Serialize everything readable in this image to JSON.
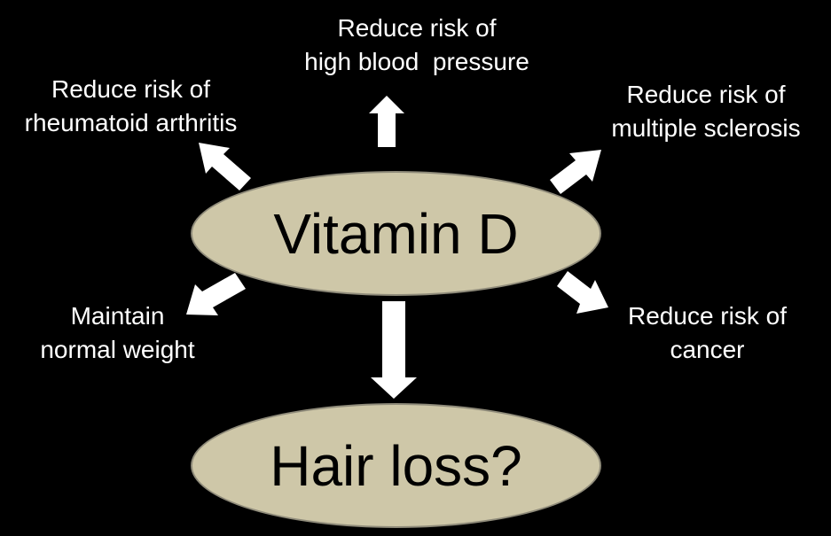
{
  "colors": {
    "background": "#000000",
    "node_fill": "#CEC7A8",
    "node_stroke": "#8F8B7A",
    "arrow": "#FFFFFF",
    "text_light": "#FFFFFF",
    "text_dark": "#000000"
  },
  "center_node": {
    "label": "Vitamin D"
  },
  "bottom_node": {
    "label": "Hair loss?"
  },
  "effects": {
    "high_blood_pressure": {
      "line1": "Reduce risk of",
      "line2": "high blood  pressure"
    },
    "rheumatoid_arthritis": {
      "line1": "Reduce risk of",
      "line2": "rheumatoid arthritis"
    },
    "multiple_sclerosis": {
      "line1": "Reduce risk of",
      "line2": "multiple sclerosis"
    },
    "weight": {
      "line1": "Maintain",
      "line2": "normal weight"
    },
    "cancer": {
      "line1": "Reduce risk of",
      "line2": "cancer"
    }
  }
}
